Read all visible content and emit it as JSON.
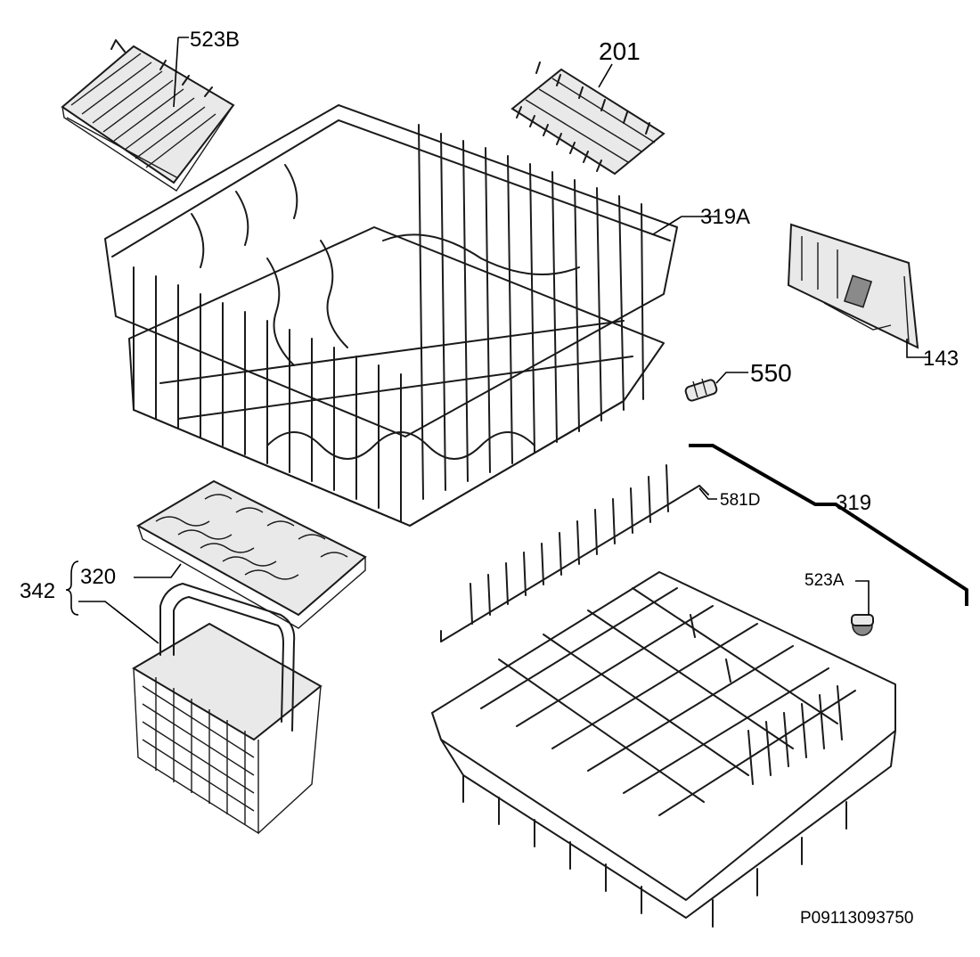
{
  "labels": {
    "p523b": "523B",
    "p201": "201",
    "p319a": "319A",
    "p143": "143",
    "p550": "550",
    "p581d": "581D",
    "p319": "319",
    "p342": "342",
    "p320": "320",
    "p523a": "523A"
  },
  "reference_code": "P09113093750"
}
